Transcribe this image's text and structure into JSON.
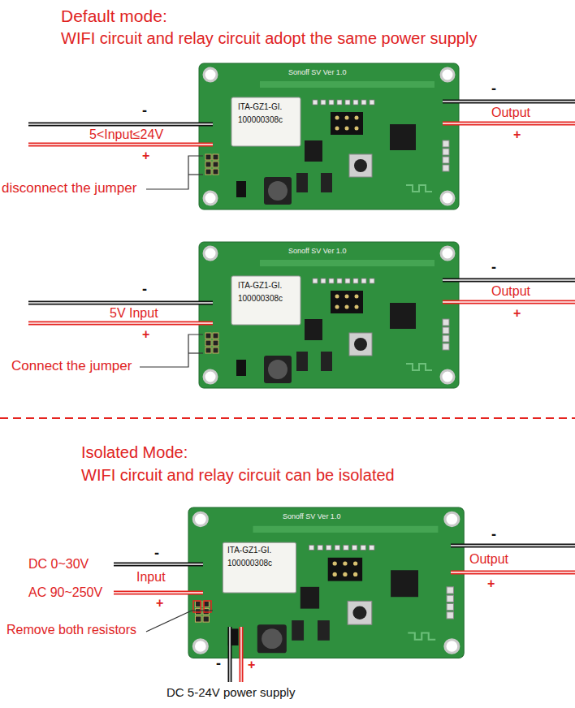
{
  "diagram": {
    "labels": [
      "Default mode:",
      "WIFI circuit and relay circuit adopt the same power supply",
      "Sonoff SV Ver 1.0",
      "ITA-GZ1-GI.",
      "100000308c",
      "-",
      "5<Input≤24V",
      "+",
      "disconnect the jumper",
      "-",
      "Output",
      "+",
      "Sonoff SV Ver 1.0",
      "ITA-GZ1-GI.",
      "100000308c",
      "-",
      "5V Input",
      "+",
      "Connect the jumper",
      "-",
      "Output",
      "+",
      "Isolated Mode:",
      "WIFI circuit and relay circuit can be isolated",
      "Sonoff SV Ver 1.0",
      "ITA-GZ1-GI.",
      "100000308c",
      "DC 0~30V",
      "AC 90~250V",
      "-",
      "Input",
      "+",
      "Remove both resistors",
      "-",
      "Output",
      "+",
      "-",
      "+",
      "DC 5-24V power supply"
    ]
  }
}
